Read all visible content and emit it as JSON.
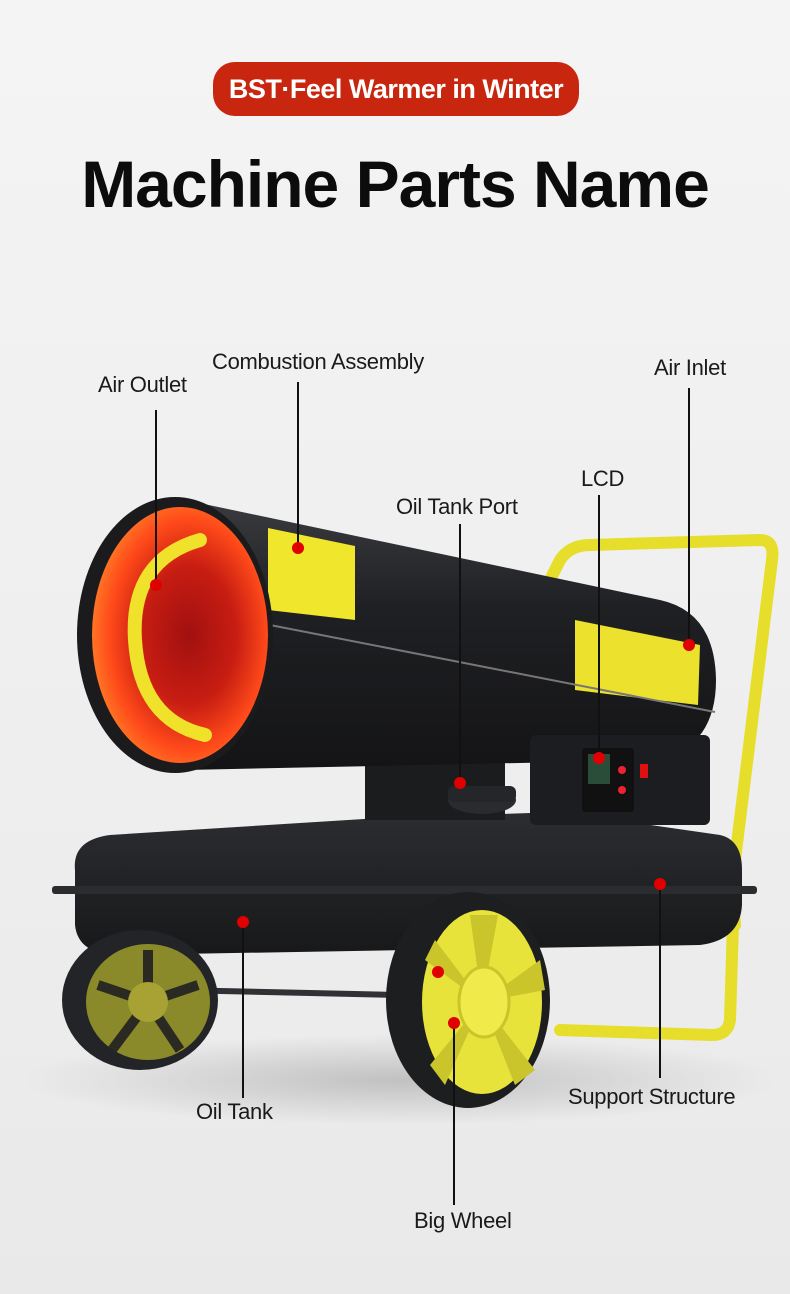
{
  "header": {
    "badge_text": "BST·Feel Warmer in Winter",
    "title": "Machine Parts Name"
  },
  "parts": {
    "air_outlet": "Air Outlet",
    "combustion_assembly": "Combustion Assembly",
    "air_inlet": "Air Inlet",
    "lcd": "LCD",
    "oil_tank_port": "Oil Tank Port",
    "oil_tank": "Oil Tank",
    "support_structure": "Support Structure",
    "big_wheel": "Big Wheel"
  },
  "colors": {
    "badge": "#c8260f",
    "marker": "#e00000",
    "frame_yellow": "#e8e02a",
    "body_black": "#1e1f22"
  }
}
